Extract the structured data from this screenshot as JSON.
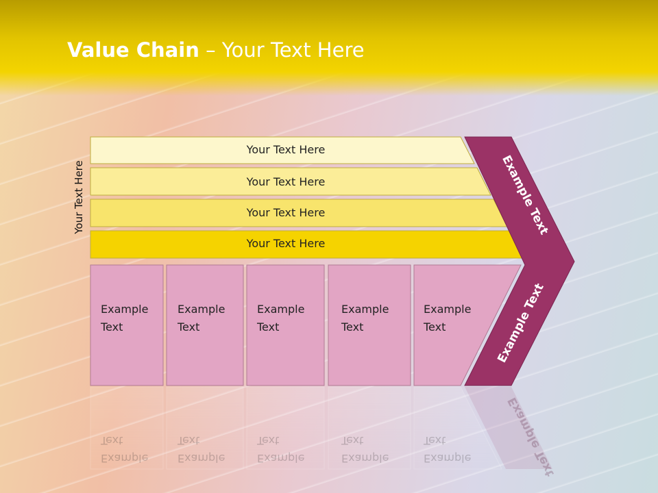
{
  "title": {
    "bold": "Value Chain",
    "rest": " – Your Text Here"
  },
  "side_label": "Your Text Here",
  "bands": [
    {
      "label": "Your Text Here",
      "color": "#fdf7cc"
    },
    {
      "label": "Your Text Here",
      "color": "#fbed98"
    },
    {
      "label": "Your Text Here",
      "color": "#f8e46c"
    },
    {
      "label": "Your Text Here",
      "color": "#f5d300"
    }
  ],
  "boxes": [
    {
      "line1": "Example",
      "line2": "Text"
    },
    {
      "line1": "Example",
      "line2": "Text"
    },
    {
      "line1": "Example",
      "line2": "Text"
    },
    {
      "line1": "Example",
      "line2": "Text"
    },
    {
      "line1": "Example",
      "line2": "Text"
    }
  ],
  "chevron": {
    "upper": "Example Text",
    "lower": "Example Text",
    "color": "#9b3366"
  },
  "colors": {
    "box": "#e2a5c4",
    "header": "#e2c400"
  }
}
